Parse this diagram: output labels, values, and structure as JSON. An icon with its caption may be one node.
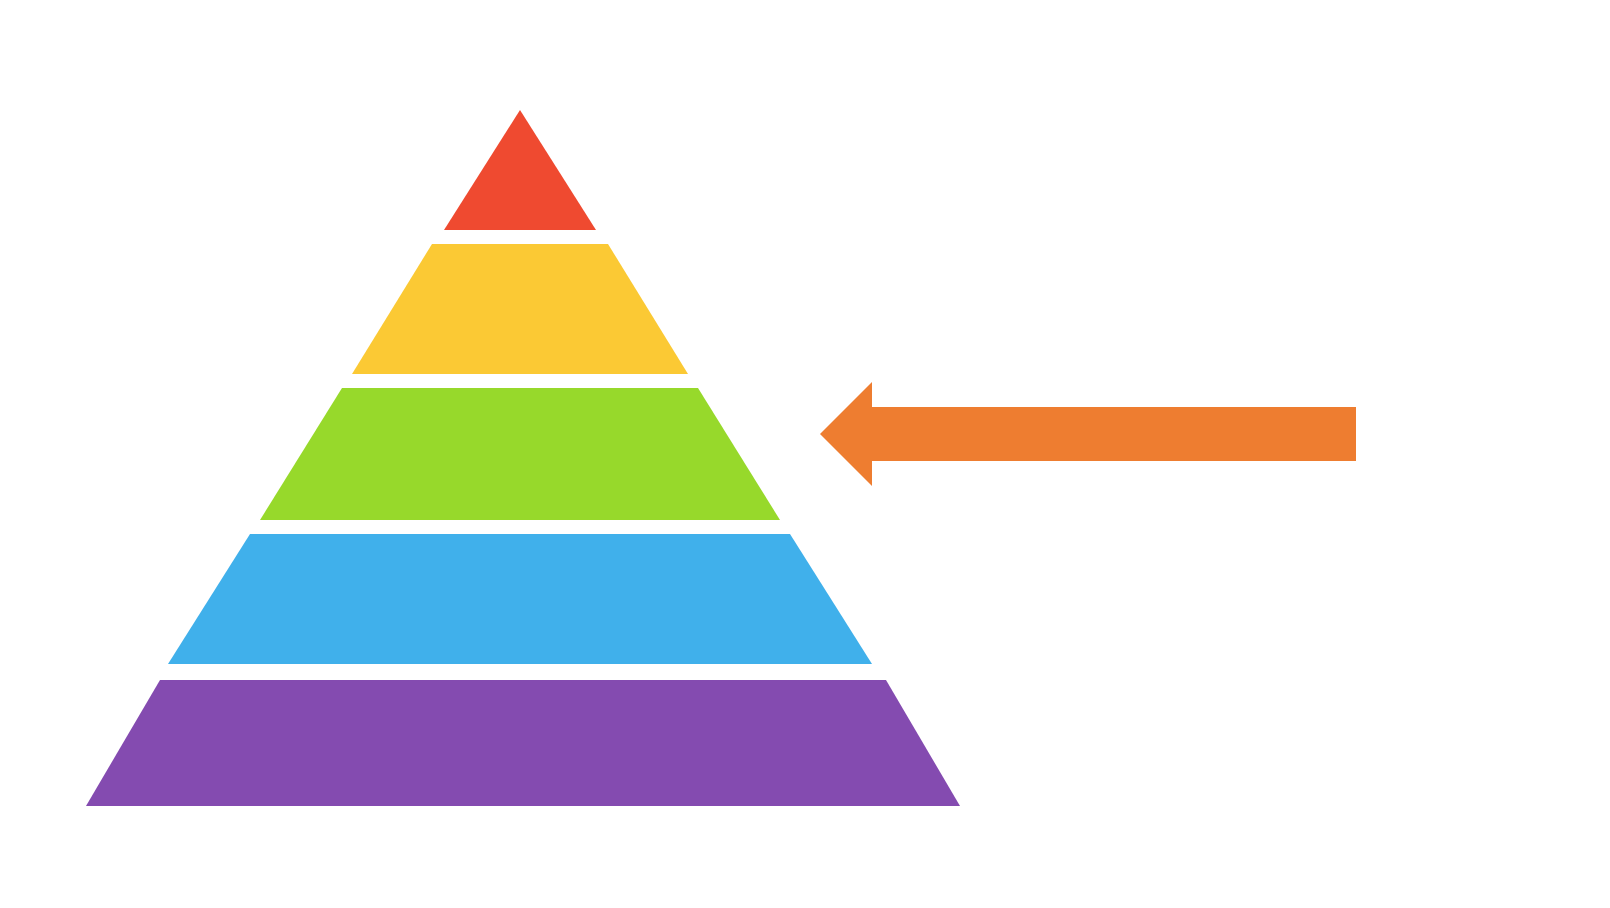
{
  "diagram": {
    "nodes": [
      {
        "text": [],
        "shape": "triangle"
      },
      {
        "text": [],
        "shape": "trapezoid"
      },
      {
        "text": [],
        "shape": "trapezoid"
      },
      {
        "text": [],
        "shape": "trapezoid"
      },
      {
        "text": [],
        "shape": "trapezoid"
      }
    ],
    "edges": [
      {
        "from": null,
        "to": 2,
        "arrow": "to"
      }
    ]
  }
}
